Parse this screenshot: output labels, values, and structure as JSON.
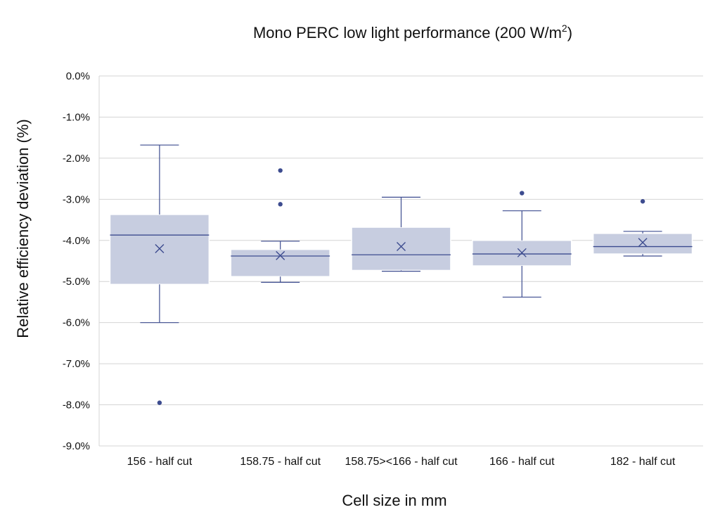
{
  "chart_data": {
    "type": "box",
    "title_main": "Mono PERC low light performance (200 W/m",
    "title_sup": "2",
    "title_end": ")",
    "xlabel": "Cell size in mm",
    "ylabel": "Relative efficiency deviation (%)",
    "ylim": [
      -9.0,
      0.0
    ],
    "ytick_step": 1.0,
    "yticks": [
      "0.0%",
      "-1.0%",
      "-2.0%",
      "-3.0%",
      "-4.0%",
      "-5.0%",
      "-6.0%",
      "-7.0%",
      "-8.0%",
      "-9.0%"
    ],
    "grid": true,
    "colors": {
      "box_fill": "#c7cde0",
      "line": "#3d4c8f",
      "grid": "#d4d4d4"
    },
    "categories": [
      "156 - half cut",
      "158.75 - half cut",
      "158.75><166 - half cut",
      "166 - half cut",
      "182 - half cut"
    ],
    "boxes": [
      {
        "whisker_low": -6.0,
        "q1": -5.07,
        "median": -3.87,
        "q3": -3.37,
        "whisker_high": -1.68,
        "mean": -4.2,
        "outliers": [
          -7.95
        ]
      },
      {
        "whisker_low": -5.02,
        "q1": -4.88,
        "median": -4.38,
        "q3": -4.22,
        "whisker_high": -4.02,
        "mean": -4.37,
        "outliers": [
          -2.3,
          -3.12
        ]
      },
      {
        "whisker_low": -4.75,
        "q1": -4.73,
        "median": -4.35,
        "q3": -3.68,
        "whisker_high": -2.95,
        "mean": -4.15,
        "outliers": []
      },
      {
        "whisker_low": -5.38,
        "q1": -4.62,
        "median": -4.33,
        "q3": -4.0,
        "whisker_high": -3.28,
        "mean": -4.3,
        "outliers": [
          -2.85
        ]
      },
      {
        "whisker_low": -4.38,
        "q1": -4.33,
        "median": -4.15,
        "q3": -3.83,
        "whisker_high": -3.78,
        "mean": -4.05,
        "outliers": [
          -3.05
        ]
      }
    ]
  }
}
